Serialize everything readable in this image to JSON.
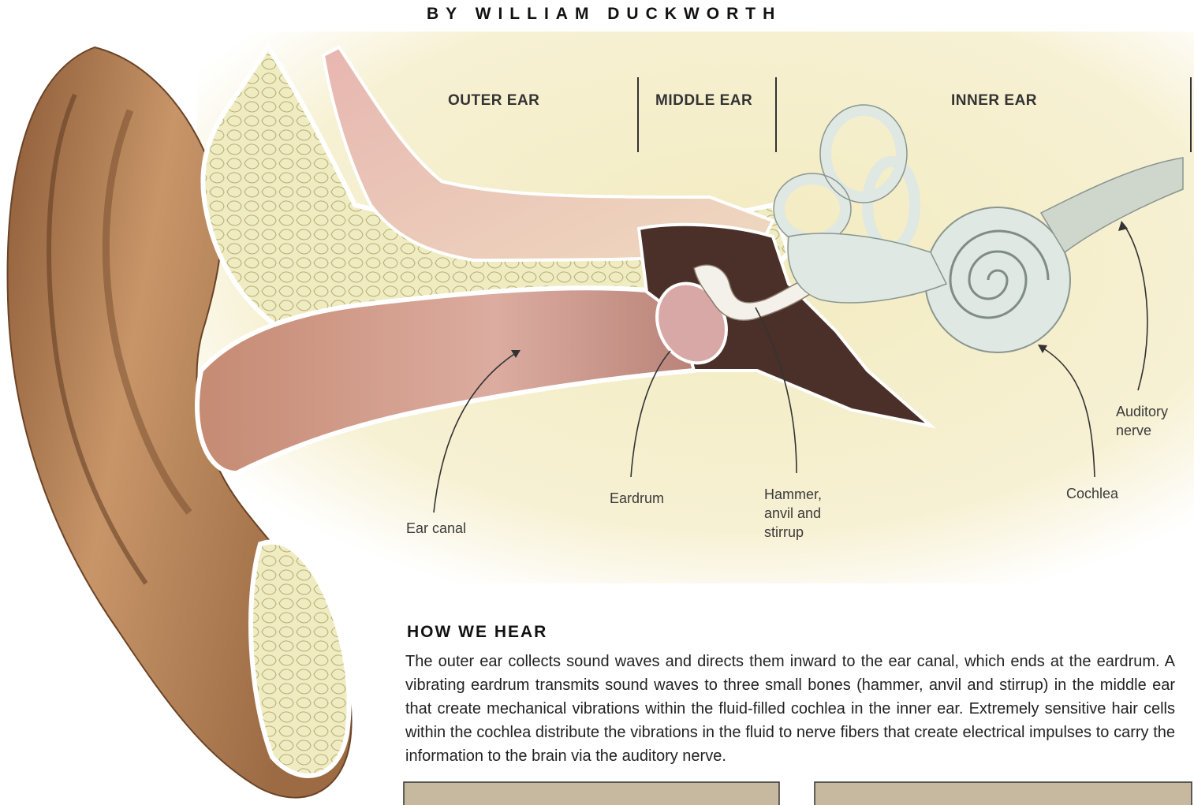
{
  "byline": "BY WILLIAM DUCKWORTH",
  "sections": {
    "outer": "OUTER EAR",
    "middle": "MIDDLE EAR",
    "inner": "INNER EAR"
  },
  "labels": {
    "ear_canal": "Ear canal",
    "eardrum": "Eardrum",
    "ossicles": [
      "Hammer,",
      "anvil and",
      "stirrup"
    ],
    "cochlea": "Cochlea",
    "auditory_nerve": [
      "Auditory",
      "nerve"
    ]
  },
  "article": {
    "heading": "HOW WE HEAR",
    "body": "The outer ear collects sound waves and directs them inward to the ear canal, which ends at the eardrum. A vibrating eardrum transmits sound waves to three small bones (hammer, anvil and stirrup) in the middle ear that create mechanical vibrations within the fluid-filled cochlea in the inner ear. Extremely sensitive hair cells within the cochlea distribute the vibrations in the fluid to nerve fibers that create electrical impulses to carry the information to the brain via the auditory nerve."
  },
  "colors": {
    "background_tint": "#f4edc4",
    "skin": "#b8865a",
    "canal": "#d9a79a",
    "middle_ear_cavity": "#4a3028",
    "inner_ear": "#dfe8e2",
    "text": "#222222"
  }
}
